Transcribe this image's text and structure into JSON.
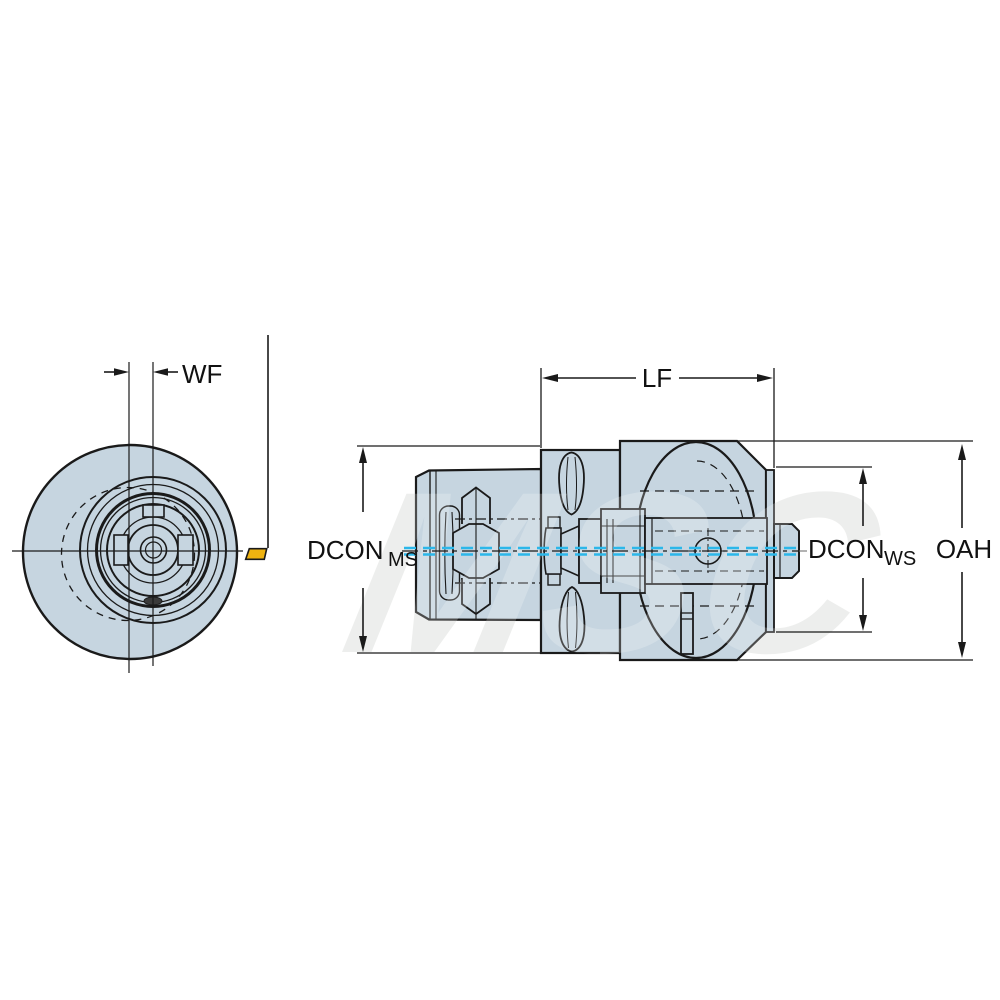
{
  "figure": {
    "type": "engineering-drawing",
    "description_labels": {
      "wf": "WF",
      "lf": "LF",
      "dcon_ms_main": "DCON",
      "dcon_ms_sub": "MS",
      "dcon_ws_main": "DCON",
      "dcon_ws_sub": "WS",
      "oah": "OAH"
    },
    "watermark": "MSC",
    "colors": {
      "body_fill": "#c6d5e0",
      "outline": "#1a1a1a",
      "centerline_accent": "#2bb7ea",
      "insert_yellow": "#efb310",
      "watermark_gray": "#e9eae8",
      "leader_gray": "#8a8a8a",
      "background": "#ffffff"
    }
  }
}
